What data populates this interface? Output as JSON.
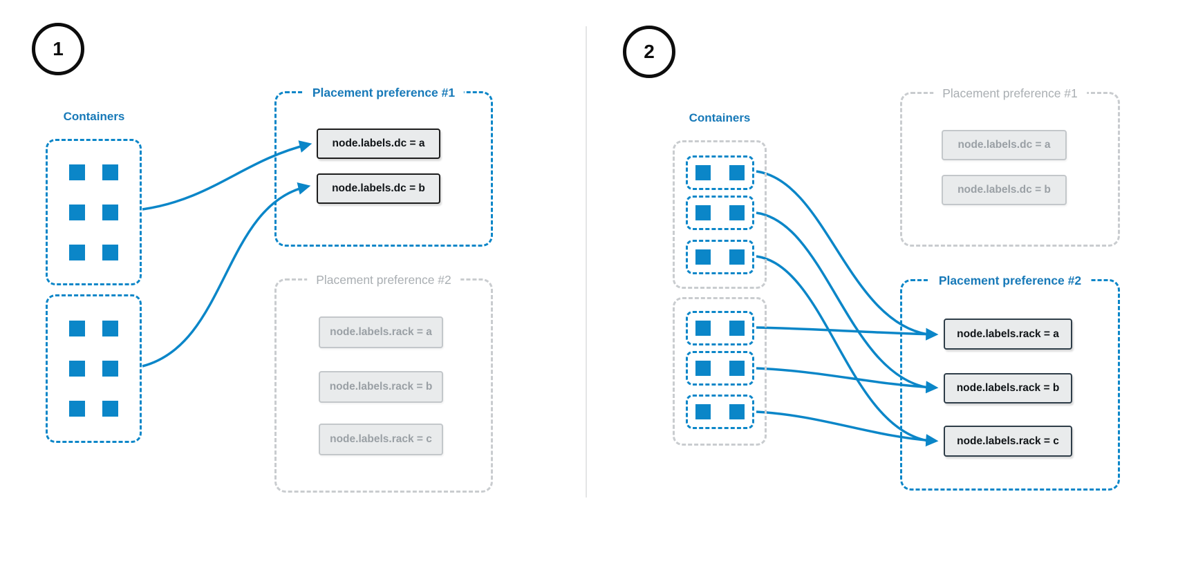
{
  "colors": {
    "blue": "#0b86c8",
    "blue_text": "#1779b8",
    "gray_line": "#c9cccf",
    "gray_text": "#a9aeb2",
    "node_fill": "#e9ebec",
    "node_border_active": "#2e3d48",
    "node_border_inactive": "#c3c7ca",
    "node_text_inactive": "#9aa0a5"
  },
  "panels": [
    {
      "step": "1",
      "containers_label": "Containers",
      "preferences": [
        {
          "title": "Placement preference #1",
          "state": "active",
          "nodes": [
            "node.labels.dc = a",
            "node.labels.dc = b"
          ]
        },
        {
          "title": "Placement preference #2",
          "state": "inactive",
          "nodes": [
            "node.labels.rack = a",
            "node.labels.rack = b",
            "node.labels.rack = c"
          ]
        }
      ]
    },
    {
      "step": "2",
      "containers_label": "Containers",
      "preferences": [
        {
          "title": "Placement preference #1",
          "state": "inactive",
          "nodes": [
            "node.labels.dc = a",
            "node.labels.dc = b"
          ]
        },
        {
          "title": "Placement preference #2",
          "state": "active",
          "nodes": [
            "node.labels.rack = a",
            "node.labels.rack = b",
            "node.labels.rack = c"
          ]
        }
      ]
    }
  ]
}
